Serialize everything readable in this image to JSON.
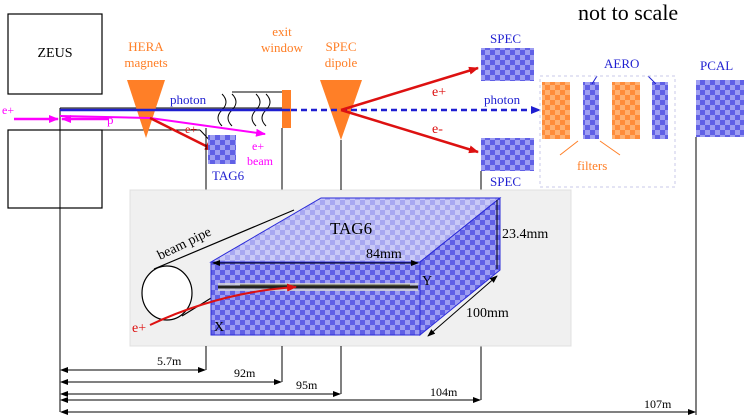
{
  "header": {
    "note": "not to scale"
  },
  "labels": {
    "zeus": "ZEUS",
    "hera_magnets": [
      "HERA",
      "magnets"
    ],
    "exit_window": [
      "exit",
      "window"
    ],
    "spec_dipole": [
      "SPEC",
      "dipole"
    ],
    "spec_top": "SPEC",
    "spec_bottom": "SPEC",
    "aero": "AERO",
    "pcal": "PCAL",
    "photon_left": "photon",
    "photon_right": "photon",
    "e_plus_left": "e+",
    "p": "p",
    "e_plus_tag": "e+",
    "e_plus_beam": [
      "e+",
      "beam"
    ],
    "tag6_small": "TAG6",
    "e_plus_upper": "e+",
    "e_minus_lower": "e-",
    "filters": "filters"
  },
  "inset": {
    "tag6": "TAG6",
    "beam_pipe": "beam pipe",
    "dim_84": "84mm",
    "dim_23_4": "23.4mm",
    "dim_100": "100mm",
    "axis_x": "X",
    "axis_y": "Y",
    "e_plus": "e+"
  },
  "distances": [
    "5.7m",
    "92m",
    "95m",
    "104m",
    "107m"
  ],
  "colors": {
    "orange": "#ff7f27",
    "blue": "#1f1fd1",
    "red": "#dd1111",
    "magenta": "#ff00ff",
    "detector_blue": "#6a6ae8"
  }
}
